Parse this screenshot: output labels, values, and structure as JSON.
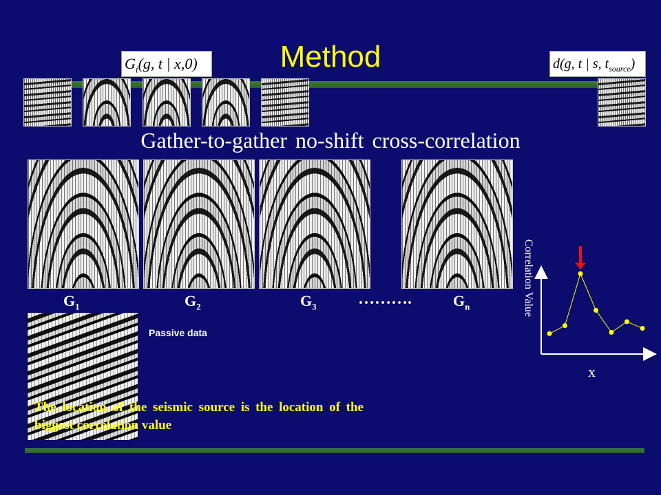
{
  "slide": {
    "title": "Method",
    "formula_left": {
      "prefix": "G",
      "sub": "i",
      "rest": "(g, t | x,0)"
    },
    "formula_right": {
      "prefix": "d(g, t | s, t",
      "sub": "source",
      "rest": ")"
    },
    "subtitle": "Gather-to-gather no-shift cross-correlation",
    "gathers": [
      {
        "letter": "G",
        "sub": "1"
      },
      {
        "letter": "G",
        "sub": "2"
      },
      {
        "letter": "G",
        "sub": "3"
      },
      {
        "letter": "G",
        "sub": "n"
      }
    ],
    "ellipsis": "……….",
    "passive_label": "Passive data",
    "conclusion": "The location of the seismic source is the location of the biggest correlation value",
    "plot": {
      "ylabel": "Correlation Value",
      "xlabel": "x",
      "values": [
        0.1,
        0.22,
        1.0,
        0.45,
        0.12,
        0.28,
        0.18
      ],
      "peak_index": 2,
      "point_color": "#ffff00",
      "arrow_color": "#ee1111"
    }
  },
  "colors": {
    "background": "#0c0c6e",
    "title": "#ffff00",
    "accent_bar": "#3c7a3c"
  }
}
